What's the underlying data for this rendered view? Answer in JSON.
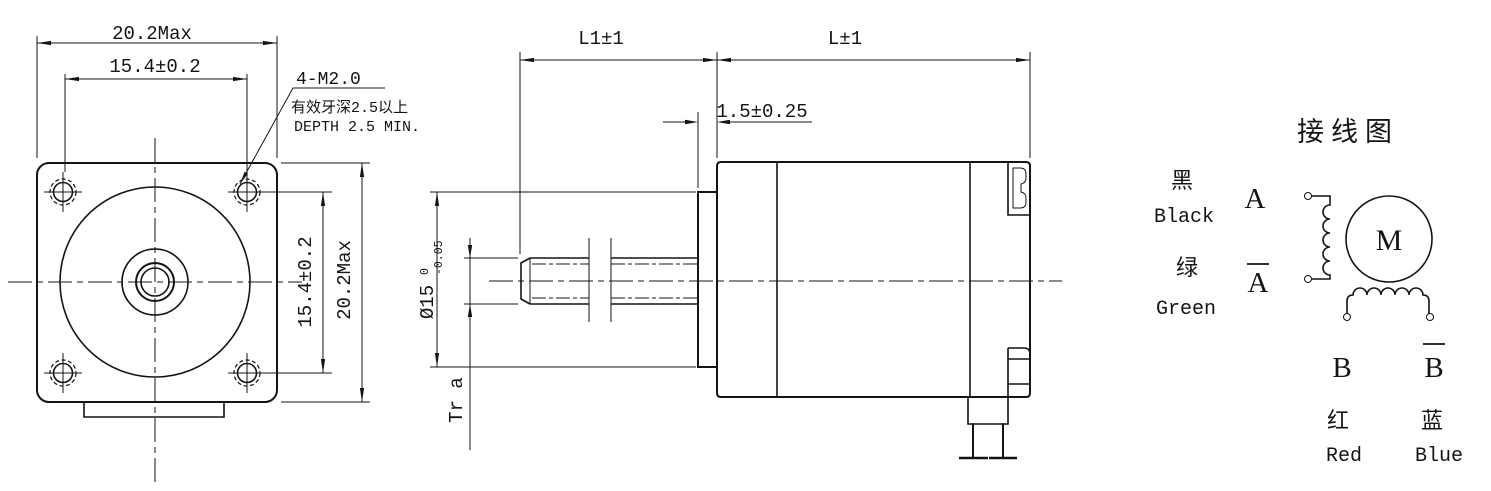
{
  "front_view": {
    "dim_top_outer": "20.2Max",
    "dim_top_inner": "15.4±0.2",
    "dim_right_inner": "15.4±0.2",
    "dim_right_outer": "20.2Max",
    "callout": {
      "thread": "4-M2.0",
      "depth_cn": "有效牙深2.5以上",
      "depth_en": "DEPTH 2.5 MIN."
    }
  },
  "side_view": {
    "dim_shaft": "L1±1",
    "dim_body": "L±1",
    "dim_pilot_len": "1.5±0.25",
    "dim_pilot_dia_main": "Ø15",
    "dim_pilot_dia_tol_upper": "0",
    "dim_pilot_dia_tol_lower": "-0.05",
    "dim_screw_thread": "Tr a"
  },
  "wiring": {
    "title": "接线图",
    "motor": "M",
    "lead_a": {
      "letter": "A",
      "cn": "黑",
      "en": "Black"
    },
    "lead_a_bar": {
      "letter": "A",
      "cn": "绿",
      "en": "Green"
    },
    "lead_b": {
      "letter": "B",
      "cn": "红",
      "en": "Red"
    },
    "lead_b_bar": {
      "letter": "B",
      "cn": "蓝",
      "en": "Blue"
    }
  }
}
